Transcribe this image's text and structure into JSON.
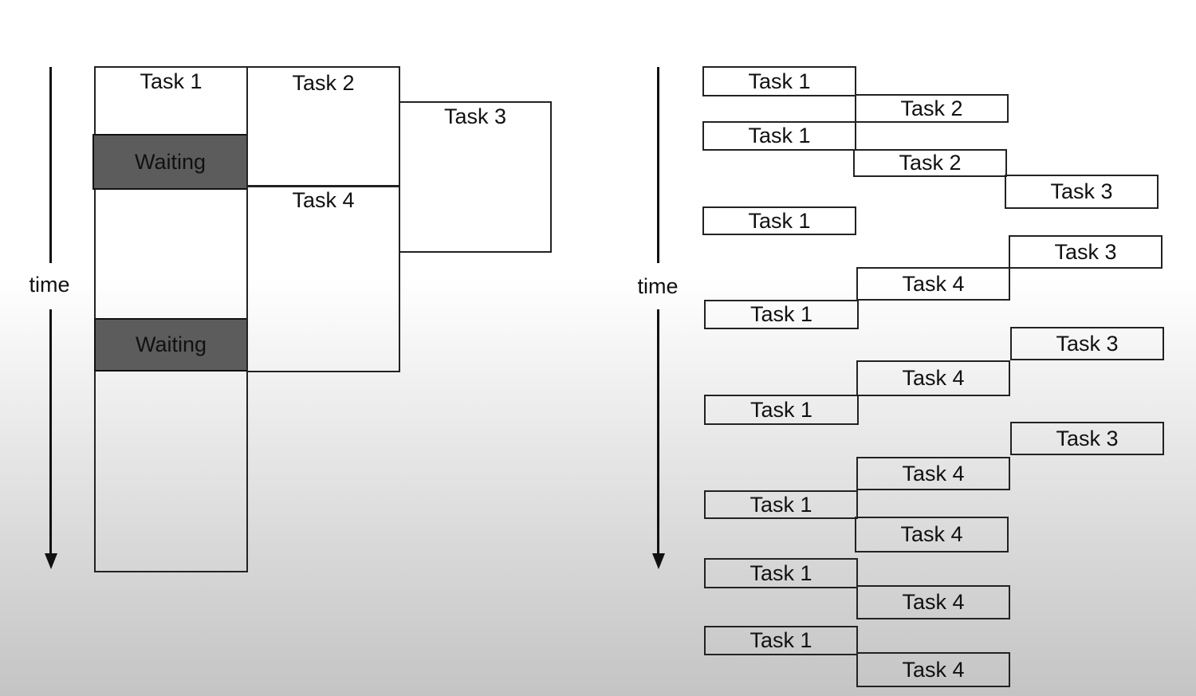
{
  "left": {
    "axis_label": "time",
    "task1": "Task 1",
    "task2": "Task 2",
    "task3": "Task 3",
    "task4": "Task 4",
    "waiting1": "Waiting",
    "waiting2": "Waiting"
  },
  "right": {
    "axis_label": "time",
    "rows": [
      "Task 1",
      "Task 2",
      "Task 1",
      "Task 2",
      "Task 3",
      "Task 1",
      "Task 3",
      "Task 4",
      "Task 1",
      "Task 3",
      "Task 4",
      "Task 1",
      "Task 3",
      "Task 4",
      "Task 1",
      "Task 4",
      "Task 1",
      "Task 4",
      "Task 1",
      "Task 4"
    ]
  }
}
